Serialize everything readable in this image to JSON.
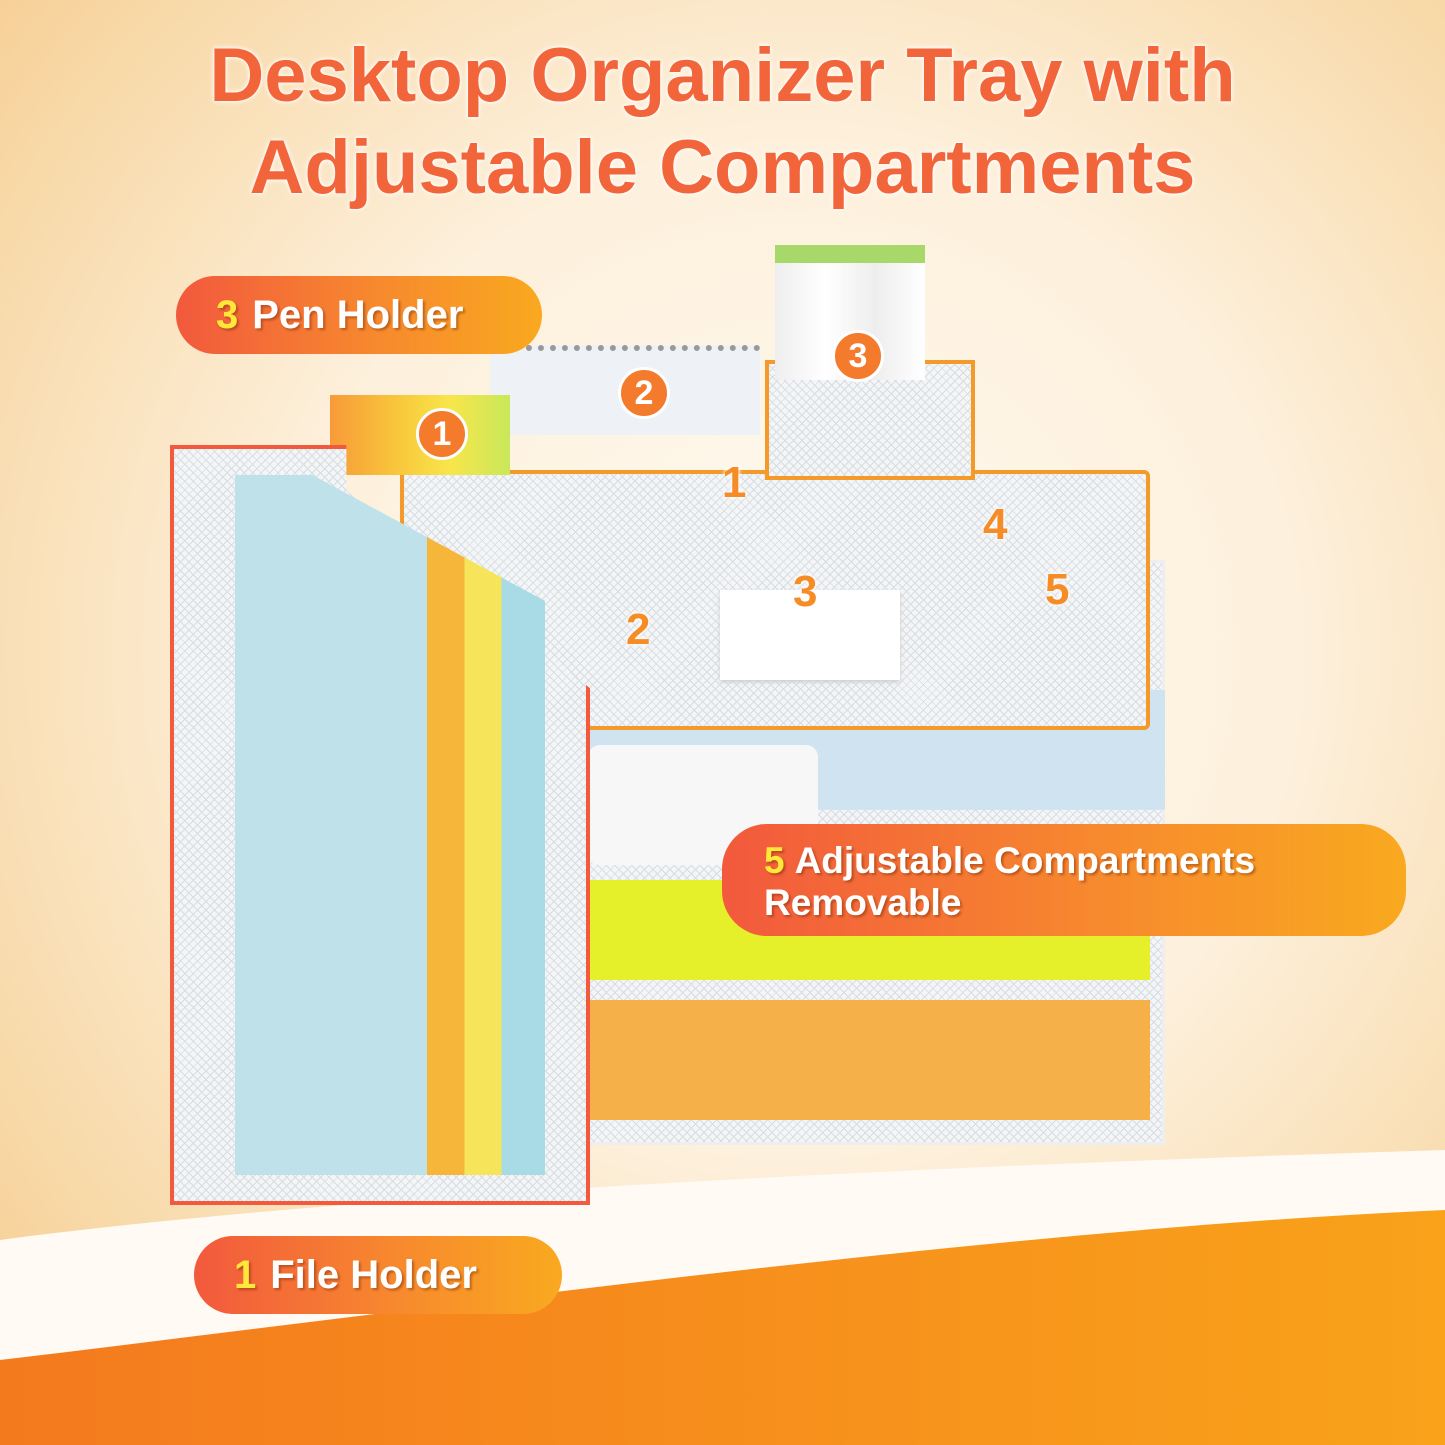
{
  "title": {
    "line1": "Desktop Organizer Tray with",
    "line2": "Adjustable Compartments"
  },
  "callouts": [
    {
      "num": "3",
      "text": "Pen Holder"
    },
    {
      "num": "5",
      "text": "Adjustable Compartments",
      "text2": "Removable"
    },
    {
      "num": "1",
      "text": "File Holder"
    }
  ],
  "badges": [
    "1",
    "2",
    "3"
  ],
  "compartment_numbers": [
    "1",
    "2",
    "3",
    "4",
    "5"
  ],
  "colors": {
    "accent": "#f2643a",
    "pill_start": "#f2593d",
    "pill_end": "#f9a91f",
    "number_yellow": "#ffe83a"
  }
}
